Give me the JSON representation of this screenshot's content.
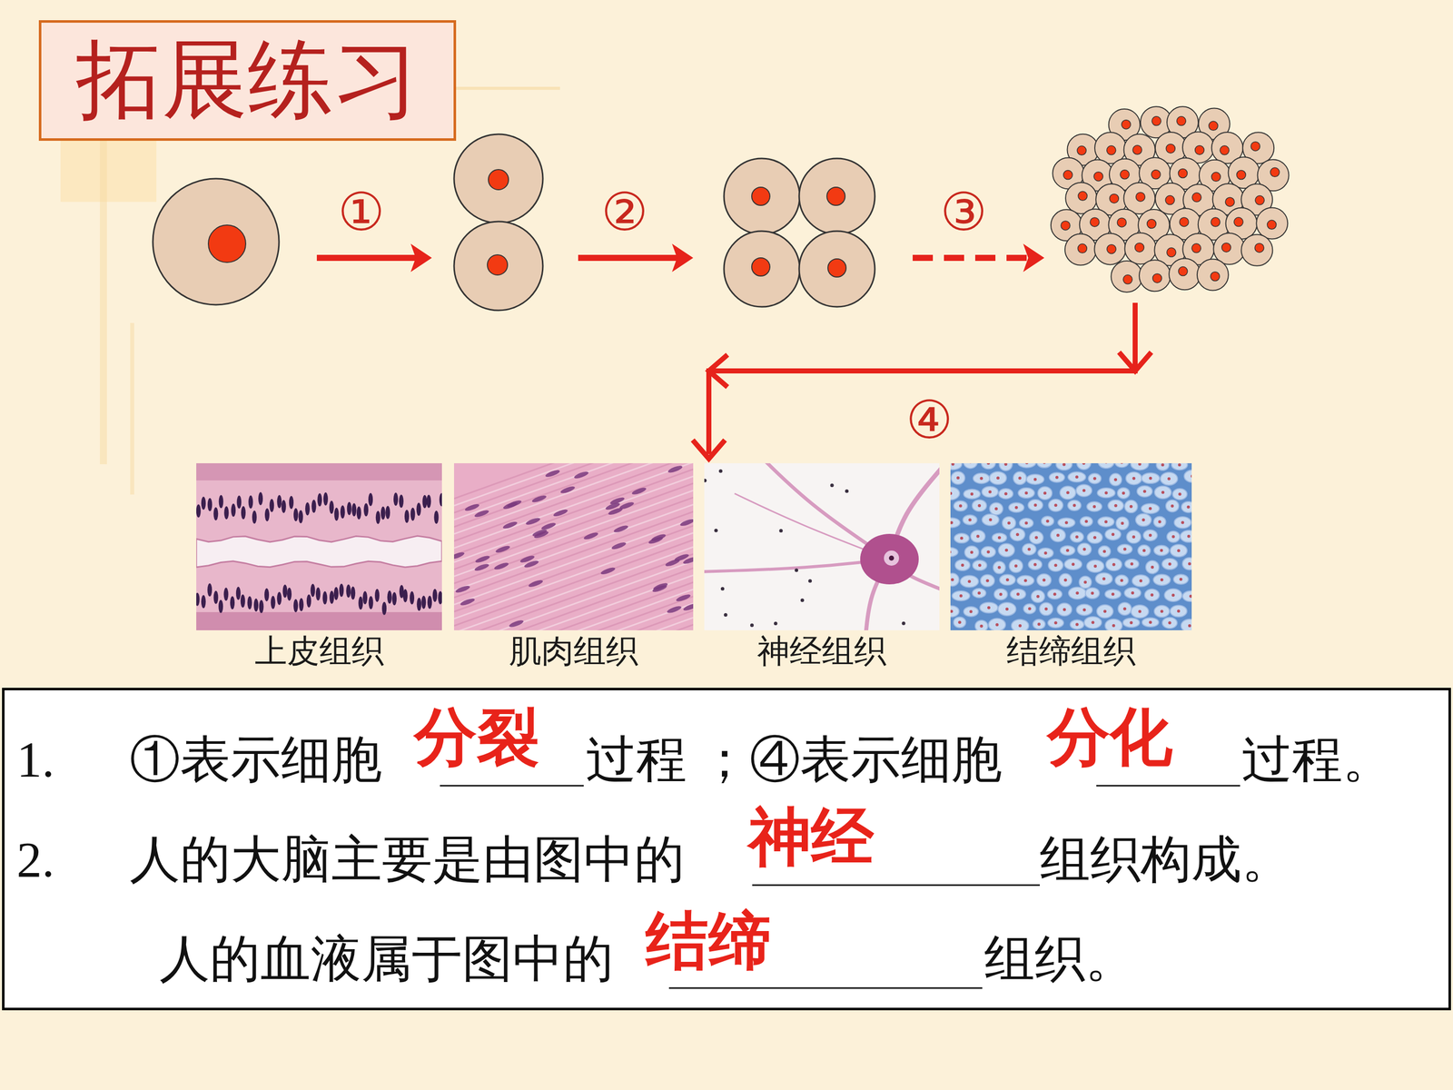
{
  "diagram": {
    "nodes": [
      {
        "text": [
          "拓展练习"
        ]
      },
      {
        "text": [
          "上皮组织"
        ]
      },
      {
        "text": [
          "肌肉组织"
        ]
      },
      {
        "text": [
          "神经组织"
        ]
      },
      {
        "text": [
          "结缔组织"
        ]
      },
      {
        "text": [
          "1.",
          "①表示细胞",
          "分裂",
          "过程 ；④表示细胞",
          "分化",
          "过程。",
          "2.",
          "人的大脑主要是由图中的",
          "神经",
          "组织构成。",
          "人的血液属于图中的",
          "结缔",
          "组织。"
        ]
      }
    ],
    "labels": [
      "①",
      "②",
      "③",
      "④"
    ]
  }
}
